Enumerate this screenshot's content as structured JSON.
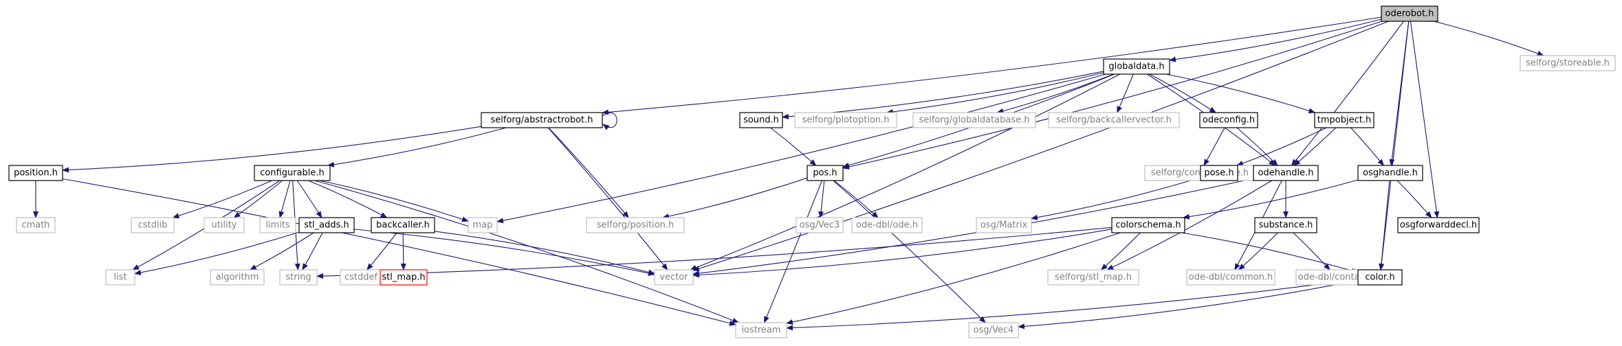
{
  "diagram": {
    "colors": {
      "edge": "#191970",
      "root_fill": "#bfbfbf",
      "root_stroke": "#000000",
      "node_fill": "#ffffff",
      "node_stroke": "#000000",
      "external_stroke": "#bfbfbf",
      "external_text": "#808080",
      "missing_stroke": "#ff0000"
    },
    "nodes": [
      {
        "id": "oderobot",
        "label": "oderobot.h",
        "kind": "root"
      },
      {
        "id": "storeable",
        "label": "selforg/storeable.h",
        "kind": "external"
      },
      {
        "id": "globaldata",
        "label": "globaldata.h",
        "kind": "normal"
      },
      {
        "id": "abstractrobot",
        "label": "selforg/abstractrobot.h",
        "kind": "normal"
      },
      {
        "id": "sound",
        "label": "sound.h",
        "kind": "normal"
      },
      {
        "id": "plotoption",
        "label": "selforg/plotoption.h",
        "kind": "external"
      },
      {
        "id": "globaldatabase",
        "label": "selforg/globaldatabase.h",
        "kind": "external"
      },
      {
        "id": "backcallervector",
        "label": "selforg/backcallervector.h",
        "kind": "external"
      },
      {
        "id": "odeconfig",
        "label": "odeconfig.h",
        "kind": "normal"
      },
      {
        "id": "tmpobject",
        "label": "tmpobject.h",
        "kind": "normal"
      },
      {
        "id": "position",
        "label": "position.h",
        "kind": "normal"
      },
      {
        "id": "configurable",
        "label": "configurable.h",
        "kind": "normal"
      },
      {
        "id": "pos",
        "label": "pos.h",
        "kind": "normal"
      },
      {
        "id": "selforgconfigurable",
        "label": "selforg/configurable.h",
        "kind": "external"
      },
      {
        "id": "pose",
        "label": "pose.h",
        "kind": "normal"
      },
      {
        "id": "odehandle",
        "label": "odehandle.h",
        "kind": "normal"
      },
      {
        "id": "osghandle",
        "label": "osghandle.h",
        "kind": "normal"
      },
      {
        "id": "cmath",
        "label": "cmath",
        "kind": "external"
      },
      {
        "id": "cstdlib",
        "label": "cstdlib",
        "kind": "external"
      },
      {
        "id": "utility",
        "label": "utility",
        "kind": "external"
      },
      {
        "id": "limits",
        "label": "limits",
        "kind": "external"
      },
      {
        "id": "stl_adds",
        "label": "stl_adds.h",
        "kind": "normal"
      },
      {
        "id": "backcaller",
        "label": "backcaller.h",
        "kind": "normal"
      },
      {
        "id": "map",
        "label": "map",
        "kind": "external"
      },
      {
        "id": "selforgposition",
        "label": "selforg/position.h",
        "kind": "external"
      },
      {
        "id": "osgvec3",
        "label": "osg/Vec3",
        "kind": "external"
      },
      {
        "id": "odedblode",
        "label": "ode-dbl/ode.h",
        "kind": "external"
      },
      {
        "id": "osgmatrix",
        "label": "osg/Matrix",
        "kind": "external"
      },
      {
        "id": "colorschema",
        "label": "colorschema.h",
        "kind": "normal"
      },
      {
        "id": "substance",
        "label": "substance.h",
        "kind": "normal"
      },
      {
        "id": "osgforwarddecl",
        "label": "osgforwarddecl.h",
        "kind": "normal"
      },
      {
        "id": "list",
        "label": "list",
        "kind": "external"
      },
      {
        "id": "algorithm",
        "label": "algorithm",
        "kind": "external"
      },
      {
        "id": "string",
        "label": "string",
        "kind": "external"
      },
      {
        "id": "cstddef",
        "label": "cstddef",
        "kind": "external"
      },
      {
        "id": "stl_map",
        "label": "stl_map.h",
        "kind": "missing"
      },
      {
        "id": "vector",
        "label": "vector",
        "kind": "external"
      },
      {
        "id": "selforgstlmap",
        "label": "selforg/stl_map.h",
        "kind": "external"
      },
      {
        "id": "odedblcommon",
        "label": "ode-dbl/common.h",
        "kind": "external"
      },
      {
        "id": "odedblcontact",
        "label": "ode-dbl/contact.h",
        "kind": "external"
      },
      {
        "id": "color",
        "label": "color.h",
        "kind": "normal"
      },
      {
        "id": "iostream",
        "label": "iostream",
        "kind": "external"
      },
      {
        "id": "osgvec4",
        "label": "osg/Vec4",
        "kind": "external"
      }
    ],
    "edges": [
      [
        "oderobot",
        "storeable"
      ],
      [
        "oderobot",
        "globaldata"
      ],
      [
        "oderobot",
        "abstractrobot"
      ],
      [
        "oderobot",
        "pos"
      ],
      [
        "oderobot",
        "vector"
      ],
      [
        "oderobot",
        "odehandle"
      ],
      [
        "oderobot",
        "osghandle"
      ],
      [
        "oderobot",
        "osgforwarddecl"
      ],
      [
        "oderobot",
        "color"
      ],
      [
        "globaldata",
        "sound"
      ],
      [
        "globaldata",
        "plotoption"
      ],
      [
        "globaldata",
        "globaldatabase"
      ],
      [
        "globaldata",
        "backcallervector"
      ],
      [
        "globaldata",
        "odeconfig"
      ],
      [
        "globaldata",
        "tmpobject"
      ],
      [
        "globaldata",
        "odehandle"
      ],
      [
        "globaldata",
        "vector"
      ],
      [
        "globaldata",
        "map"
      ],
      [
        "globaldata",
        "pos"
      ],
      [
        "abstractrobot",
        "abstractrobot"
      ],
      [
        "abstractrobot",
        "position"
      ],
      [
        "abstractrobot",
        "configurable"
      ],
      [
        "abstractrobot",
        "selforgposition"
      ],
      [
        "abstractrobot",
        "vector"
      ],
      [
        "sound",
        "pos"
      ],
      [
        "odeconfig",
        "selforgconfigurable"
      ],
      [
        "odeconfig",
        "odehandle"
      ],
      [
        "tmpobject",
        "pose"
      ],
      [
        "tmpobject",
        "odehandle"
      ],
      [
        "tmpobject",
        "osghandle"
      ],
      [
        "position",
        "cmath"
      ],
      [
        "position",
        "iostream"
      ],
      [
        "configurable",
        "list"
      ],
      [
        "configurable",
        "cstdlib"
      ],
      [
        "configurable",
        "string"
      ],
      [
        "configurable",
        "utility"
      ],
      [
        "configurable",
        "limits"
      ],
      [
        "configurable",
        "stl_adds"
      ],
      [
        "configurable",
        "backcaller"
      ],
      [
        "configurable",
        "map"
      ],
      [
        "configurable",
        "iostream"
      ],
      [
        "pos",
        "selforgposition"
      ],
      [
        "pos",
        "osgvec3"
      ],
      [
        "pos",
        "odedblode"
      ],
      [
        "pos",
        "iostream"
      ],
      [
        "pos",
        "osgvec4"
      ],
      [
        "pose",
        "osgmatrix"
      ],
      [
        "odehandle",
        "substance"
      ],
      [
        "odehandle",
        "odedblcommon"
      ],
      [
        "odehandle",
        "selforgstlmap"
      ],
      [
        "odehandle",
        "vector"
      ],
      [
        "osghandle",
        "colorschema"
      ],
      [
        "osghandle",
        "osgforwarddecl"
      ],
      [
        "osghandle",
        "color"
      ],
      [
        "stl_adds",
        "list"
      ],
      [
        "stl_adds",
        "algorithm"
      ],
      [
        "stl_adds",
        "string"
      ],
      [
        "stl_adds",
        "vector"
      ],
      [
        "backcaller",
        "cstddef"
      ],
      [
        "backcaller",
        "stl_map"
      ],
      [
        "backcaller",
        "vector"
      ],
      [
        "colorschema",
        "string"
      ],
      [
        "colorschema",
        "vector"
      ],
      [
        "colorschema",
        "selforgstlmap"
      ],
      [
        "colorschema",
        "iostream"
      ],
      [
        "colorschema",
        "color"
      ],
      [
        "substance",
        "odedblcommon"
      ],
      [
        "substance",
        "odedblcontact"
      ],
      [
        "color",
        "iostream"
      ],
      [
        "color",
        "osgvec4"
      ]
    ]
  }
}
